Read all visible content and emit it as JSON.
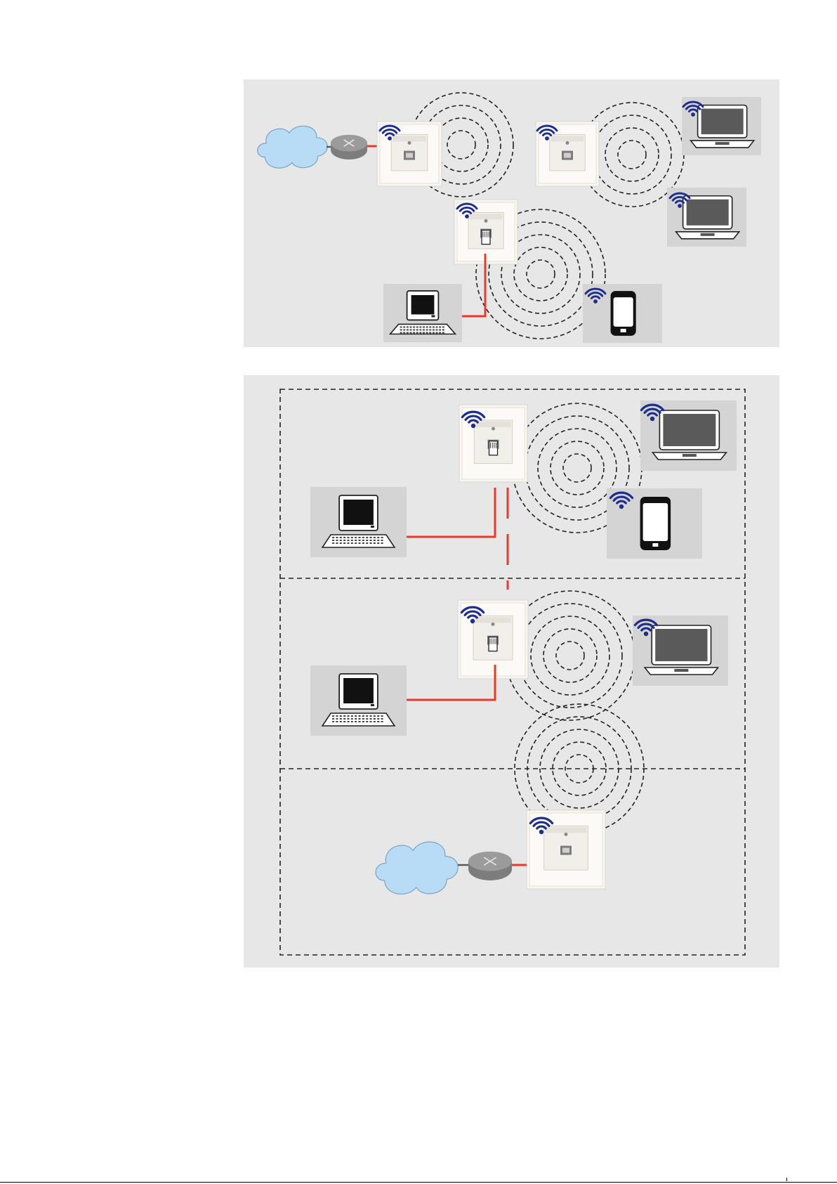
{
  "colors": {
    "panel_bg": "#e7e7e7",
    "device_tile": "#d4d4d4",
    "socket_face": "#f7f6f1",
    "cable": "#e8392b",
    "wifi": "#1d2d8c",
    "cloud": "#b9dcf6",
    "router": "#9b9b9b",
    "dash": "#222222"
  },
  "icons": [
    "cloud-icon",
    "router-icon",
    "wall-socket-icon",
    "wifi-icon",
    "laptop-icon",
    "desktop-computer-icon",
    "smartphone-icon",
    "radio-waves-icon"
  ],
  "diagram_a": {
    "nodes": [
      "internet-cloud",
      "router",
      "wifi-socket-1",
      "wifi-socket-2",
      "wifi-socket-3",
      "laptop-1",
      "laptop-2",
      "desktop-computer",
      "smartphone"
    ],
    "edges": [
      {
        "from": "internet-cloud",
        "to": "router",
        "kind": "cable-gray"
      },
      {
        "from": "router",
        "to": "wifi-socket-1",
        "kind": "cable-red"
      },
      {
        "from": "wifi-socket-3",
        "to": "desktop-computer",
        "kind": "cable-red"
      },
      {
        "from": "wifi-socket-1",
        "to": "wifi-socket-2",
        "kind": "wireless"
      },
      {
        "from": "wifi-socket-2",
        "to": "laptop-1",
        "kind": "wireless"
      },
      {
        "from": "wifi-socket-2",
        "to": "laptop-2",
        "kind": "wireless"
      },
      {
        "from": "wifi-socket-3",
        "to": "smartphone",
        "kind": "wireless"
      }
    ]
  },
  "diagram_b": {
    "floors": 3,
    "nodes": [
      "wifi-socket-top",
      "wifi-socket-middle",
      "wifi-socket-bottom",
      "desktop-top",
      "desktop-middle",
      "laptop-top",
      "laptop-middle",
      "smartphone-top",
      "internet-cloud",
      "router"
    ],
    "edges": [
      {
        "from": "internet-cloud",
        "to": "router",
        "kind": "cable-gray"
      },
      {
        "from": "router",
        "to": "wifi-socket-bottom",
        "kind": "cable-red"
      },
      {
        "from": "wifi-socket-top",
        "to": "desktop-top",
        "kind": "cable-red"
      },
      {
        "from": "wifi-socket-middle",
        "to": "desktop-middle",
        "kind": "cable-red"
      },
      {
        "from": "wifi-socket-top",
        "to": "wifi-socket-middle",
        "kind": "cable-red-dashed"
      },
      {
        "from": "wifi-socket-top",
        "to": "laptop-top",
        "kind": "wireless"
      },
      {
        "from": "wifi-socket-top",
        "to": "smartphone-top",
        "kind": "wireless"
      },
      {
        "from": "wifi-socket-middle",
        "to": "laptop-middle",
        "kind": "wireless"
      },
      {
        "from": "wifi-socket-bottom",
        "to": "wifi-socket-middle",
        "kind": "wireless"
      }
    ]
  }
}
